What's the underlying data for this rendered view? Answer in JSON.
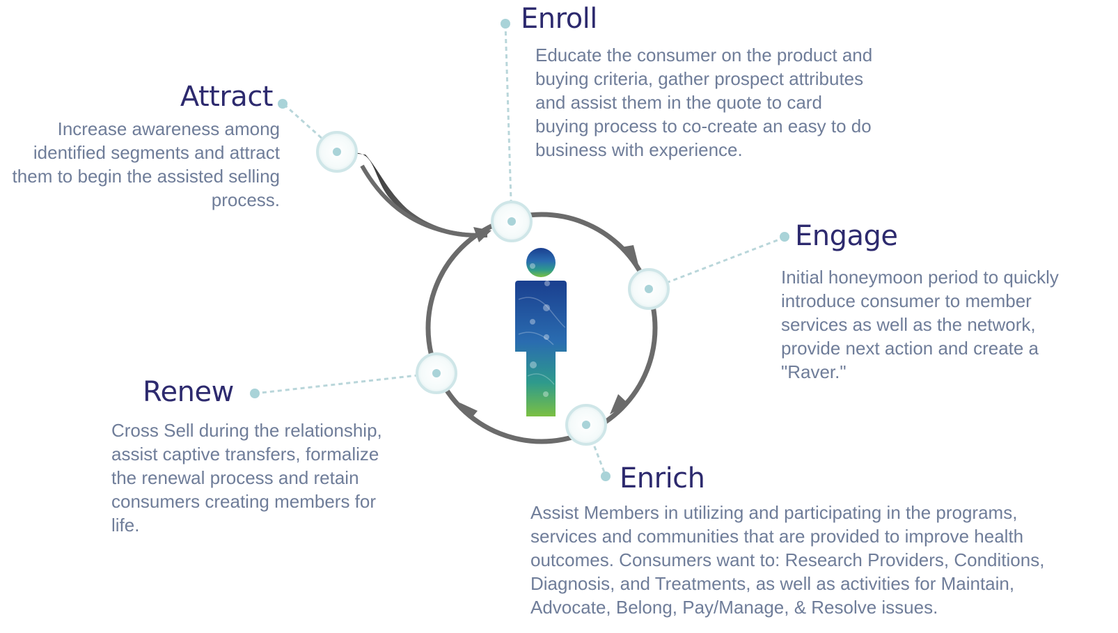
{
  "stages": {
    "attract": {
      "title": "Attract",
      "description": "Increase awareness among identified segments and attract them to begin the assisted selling process."
    },
    "enroll": {
      "title": "Enroll",
      "description": "Educate the consumer on the product and buying criteria, gather prospect attributes and assist them in the quote to card buying process to co-create an easy to do business with experience."
    },
    "engage": {
      "title": "Engage",
      "description": "Initial honeymoon period to quickly introduce consumer to member services as well as the network, provide next action and create a \"Raver.\""
    },
    "enrich": {
      "title": "Enrich",
      "description": "Assist Members in utilizing and participating in the programs, services and communities that are provided to improve health outcomes. Consumers want to: Research Providers, Conditions, Diagnosis, and Treatments, as well as activities for Maintain, Advocate, Belong, Pay/Manage, & Resolve issues."
    },
    "renew": {
      "title": "Renew",
      "description": "Cross Sell during the relationship, assist captive transfers, formalize the renewal process and retain consumers creating members for life."
    }
  },
  "colors": {
    "title": "#2d2a6e",
    "description": "#6f7d99",
    "cycle": "#6b6b6b",
    "node_ring": "#cfe6e8",
    "node_dot": "#a9d3d8",
    "connector": "#b9d6da"
  },
  "icons": [
    "person-icon"
  ]
}
